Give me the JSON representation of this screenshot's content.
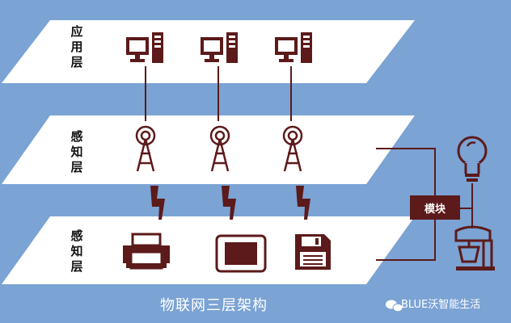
{
  "layers": [
    {
      "label": "应用层"
    },
    {
      "label": "感知层"
    },
    {
      "label": "感知层"
    }
  ],
  "module_label": "模块",
  "caption": "物联网三层架构",
  "watermark": "BLUE沃智能生活",
  "icons": [
    "computer-icon",
    "antenna-tower-icon",
    "lightning-signal-icon",
    "printer-icon",
    "tablet-icon",
    "floppy-disk-icon",
    "light-bulb-icon",
    "stand-mixer-icon",
    "wechat-icon"
  ],
  "colors": {
    "background": "#7ba3d4",
    "plane": "#ffffff",
    "accent": "#5c1a1a"
  }
}
